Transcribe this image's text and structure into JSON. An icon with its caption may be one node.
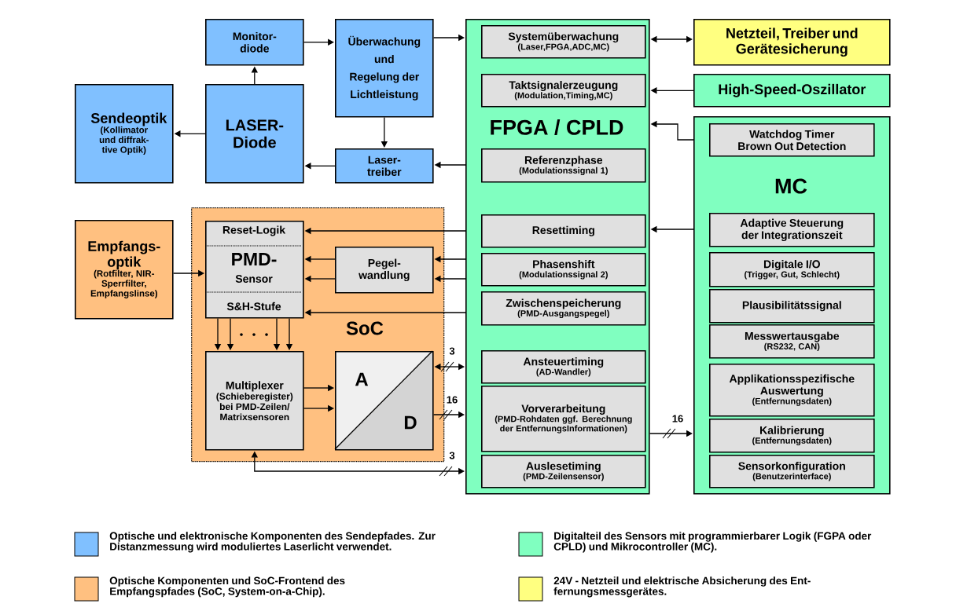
{
  "diagram": {
    "nodes": [
      {
        "text": [
          "Monitor- diode"
        ]
      },
      {
        "text": [
          "Überwachung und Regelung der Lichtleistung"
        ]
      },
      {
        "text": [
          "Sendeoptik",
          "(Kollimator und diffrak- tive Optik)"
        ]
      },
      {
        "text": [
          "LASER- Diode"
        ]
      },
      {
        "text": [
          "Laser- treiber"
        ]
      },
      {
        "text": [
          "FPGA / CPLD"
        ]
      },
      {
        "text": [
          "Systemüberwachung",
          "(Laser,FPGA,ADC,MC)"
        ],
        "in": 5
      },
      {
        "text": [
          "Taktsignalerzeugung",
          "(Modulation,Timing,MC)"
        ],
        "in": 5
      },
      {
        "text": [
          "Referenzphase",
          "(Modulationssignal 1)"
        ],
        "in": 5
      },
      {
        "text": [
          "Netzteil, Treiber und Gerätesicherung"
        ]
      },
      {
        "text": [
          "High-Speed-Oszillator"
        ]
      },
      {
        "text": [
          "MC"
        ]
      },
      {
        "text": [
          "Watchdog Timer Brown Out Detection"
        ],
        "in": 11
      },
      {
        "text": [
          "Adaptive Steuerung der Integrationszeit"
        ],
        "in": 11
      },
      {
        "text": [
          "Digitale I/O",
          "(Trigger, Gut, Schlecht)"
        ],
        "in": 11
      },
      {
        "text": [
          "Plausibilitätssignal"
        ],
        "in": 11
      },
      {
        "text": [
          "Messwertausgabe",
          "(RS232, CAN)"
        ],
        "in": 11
      },
      {
        "text": [
          "Applikationsspezifische Auswertung",
          "(Entfernungsdaten)"
        ],
        "in": 11
      },
      {
        "text": [
          "Kalibrierung",
          "(Entfernungsdaten)"
        ],
        "in": 11
      },
      {
        "text": [
          "Sensorkonfiguration",
          "(Benutzerinterface)"
        ],
        "in": 11
      },
      {
        "text": [
          "Resettiming"
        ],
        "in": 5
      },
      {
        "text": [
          "Phasenshift",
          "(Modulationssignal 2)"
        ],
        "in": 5
      },
      {
        "text": [
          "Zwischenspeicherung",
          "(PMD-Ausgangspegel)"
        ],
        "in": 5
      },
      {
        "text": [
          "Ansteuertiming",
          "(AD-Wandler)"
        ],
        "in": 5
      },
      {
        "text": [
          "Vorverarbeitung",
          "(PMD-Rohdaten ggf. Berechnung der EntfernungsInformationen)"
        ],
        "in": 5
      },
      {
        "text": [
          "Auslesetiming",
          "(PMD-Zeilensensor)"
        ],
        "in": 5
      },
      {
        "text": [
          "Empfangs- optik",
          "(Rotfilter, NIR-Sperrfilter, Empfangslinse)"
        ]
      },
      {
        "text": [
          "SoC"
        ]
      },
      {
        "text": [
          "Reset-Logik",
          "PMD-",
          "Sensor",
          "S&H-Stufe"
        ],
        "in": 27
      },
      {
        "text": [
          "Pegel- wandlung"
        ],
        "in": 27
      },
      {
        "text": [
          "Multiplexer",
          "(Schieberegister) bei PMD-Zeilen/ Matrixsensoren"
        ],
        "in": 27
      },
      {
        "text": [
          "A",
          "D"
        ],
        "in": 27
      }
    ],
    "edges": [
      {
        "from": 3,
        "to": 0,
        "arrow": "to"
      },
      {
        "from": 0,
        "to": 1,
        "arrow": "to"
      },
      {
        "from": 1,
        "to": 5,
        "arrow": "to"
      },
      {
        "from": 1,
        "to": 4,
        "arrow": "to"
      },
      {
        "from": 5,
        "to": 4,
        "arrow": "to"
      },
      {
        "from": 4,
        "to": 3,
        "arrow": "to"
      },
      {
        "from": 3,
        "to": 2,
        "arrow": "to"
      },
      {
        "from": 5,
        "to": 9,
        "arrow": "both"
      },
      {
        "from": 10,
        "to": 5,
        "arrow": "to"
      },
      {
        "from": 11,
        "to": 5,
        "arrow": "to"
      },
      {
        "from": 11,
        "to": 5,
        "arrow": "to"
      },
      {
        "from": 26,
        "to": 28,
        "arrow": "to"
      },
      {
        "from": 5,
        "to": 28,
        "arrow": "to"
      },
      {
        "from": 5,
        "to": 29,
        "arrow": "to"
      },
      {
        "from": 5,
        "to": 29,
        "arrow": "to"
      },
      {
        "from": 29,
        "to": 28,
        "arrow": "to"
      },
      {
        "from": 29,
        "to": 28,
        "arrow": "to"
      },
      {
        "from": 5,
        "to": 28,
        "arrow": "to"
      },
      {
        "from": 28,
        "to": 30,
        "arrow": "to"
      },
      {
        "from": 28,
        "to": 30,
        "arrow": "to"
      },
      {
        "from": 28,
        "to": 30,
        "arrow": "to"
      },
      {
        "from": 28,
        "to": 30,
        "arrow": "to"
      },
      {
        "from": 30,
        "to": 31,
        "arrow": "to"
      },
      {
        "from": 30,
        "to": 31,
        "arrow": "to"
      },
      {
        "from": 31,
        "to": 5,
        "arrow": "both",
        "label": "3"
      },
      {
        "from": 31,
        "to": 5,
        "arrow": "to",
        "label": "16"
      },
      {
        "from": 5,
        "to": 30,
        "arrow": "both",
        "label": "3"
      },
      {
        "from": 5,
        "to": 11,
        "arrow": "to",
        "label": "16"
      }
    ],
    "legend": [
      {
        "text": "Optische und elektronische Komponenten des Sendepfades. Zur Distanzmessung wird moduliertes Laserlicht verwendet.",
        "color": "#80c0ff"
      },
      {
        "text": "Digitalteil des Sensors mit programmierbarer Logik (FGPA oder CPLD) und Mikrocontroller (MC).",
        "color": "#80ffc0"
      },
      {
        "text": "Optische Komponenten und SoC-Frontend des Empfangspfades (SoC, System-on-a-Chip).",
        "color": "#ffc080"
      },
      {
        "text": "24V - Netzteil und  elektrische Absicherung des Ent- fernungsmessgerätes.",
        "color": "#ffff80"
      }
    ]
  }
}
